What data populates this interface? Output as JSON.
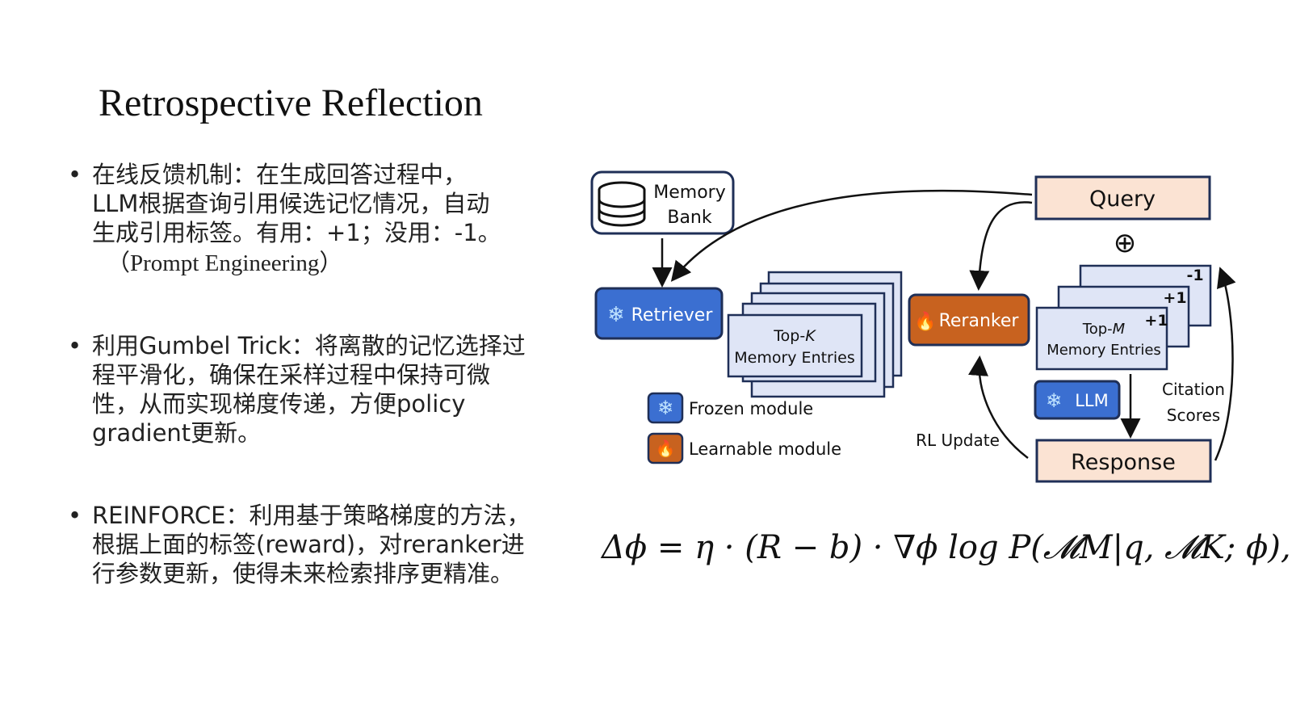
{
  "title": "Retrospective Reflection",
  "bullets": [
    {
      "lines": [
        "在线反馈机制：在生成回答过程中，",
        "LLM根据查询引用候选记忆情况，自动",
        "生成引用标签。有用：+1；没用：-1。"
      ],
      "note": "（Prompt Engineering）"
    },
    {
      "lines": [
        "利用Gumbel Trick：将离散的记忆选择过",
        "程平滑化，确保在采样过程中保持可微",
        "性，从而实现梯度传递，方便policy",
        "gradient更新。"
      ]
    },
    {
      "lines": [
        "REINFORCE：利用基于策略梯度的方法，",
        "根据上面的标签(reward)，对reranker进",
        "行参数更新，使得未来检索排序更精准。"
      ]
    }
  ],
  "diagram": {
    "memory_bank_line1": "Memory",
    "memory_bank_line2": "Bank",
    "retriever": "Retriever",
    "topk_line1_prefix": "Top-",
    "topk_line1_var": "K",
    "topk_line2": "Memory Entries",
    "reranker": "Reranker",
    "query": "Query",
    "oplus": "⊕",
    "topm_line1_prefix": "Top-",
    "topm_line1_var": "M",
    "topm_line2": "Memory Entries",
    "scores": [
      "-1",
      "+1",
      "+1"
    ],
    "llm": "LLM",
    "response": "Response",
    "citation_line1": "Citation",
    "citation_line2": "Scores",
    "rl_update": "RL Update",
    "legend_frozen": "Frozen module",
    "legend_learnable": "Learnable module",
    "colors": {
      "frozen_blue": "#3b6fd1",
      "learnable_orange": "#c8621f",
      "query_fill": "#fbe3d3",
      "entry_fill": "#dfe5f6",
      "outline": "#1f2f57"
    }
  },
  "formula": "Δϕ = η · (R − b) · ∇ϕ log P(𝓜M|q, 𝓜K; ϕ),"
}
